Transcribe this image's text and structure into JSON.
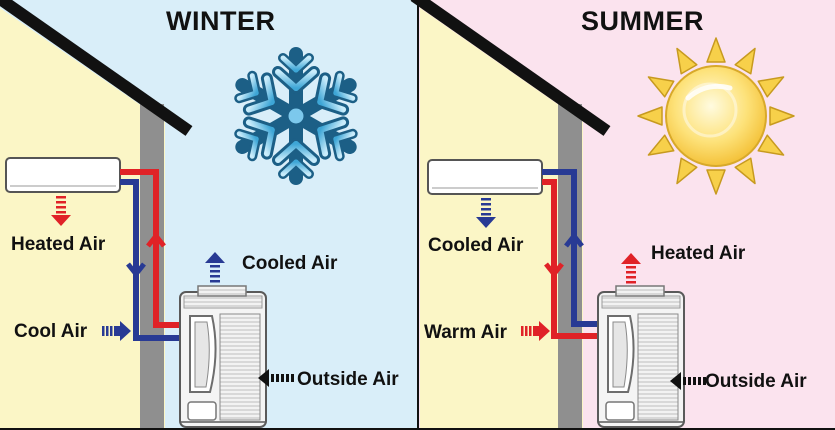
{
  "winter": {
    "title": "WINTER",
    "labels": {
      "indoor_air": "Heated Air",
      "unit_air": "Cooled Air",
      "intake_air": "Cool Air",
      "outside_air": "Outside Air"
    },
    "weather_icon": "snowflake-icon"
  },
  "summer": {
    "title": "SUMMER",
    "labels": {
      "indoor_air": "Cooled Air",
      "unit_air": "Heated Air",
      "intake_air": "Warm Air",
      "outside_air": "Outside Air"
    },
    "weather_icon": "sun-icon"
  },
  "colors": {
    "wall": "#fbf6c6",
    "winter_sky": "#d9eef9",
    "summer_sky": "#fbe3ee",
    "hot_pipe": "#e02227",
    "cold_pipe": "#283a94",
    "roof": "#111111",
    "wall_column": "#8f8f8f"
  }
}
